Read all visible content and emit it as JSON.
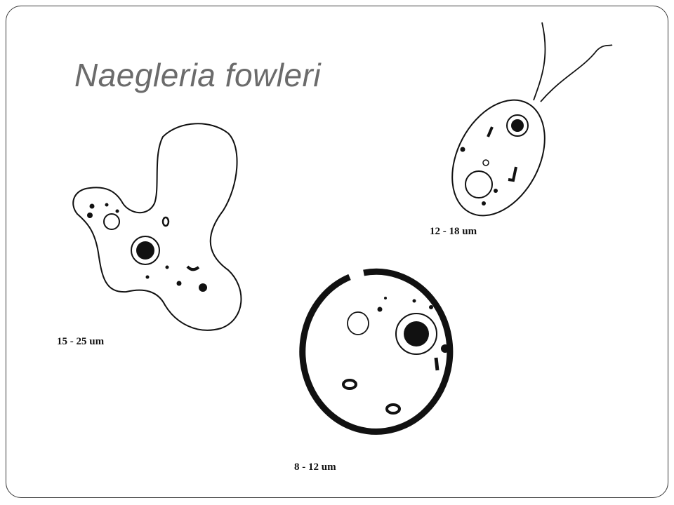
{
  "title": "Naegleria fowleri",
  "stages": [
    {
      "id": "trophozoite",
      "size_label": "15 - 25 um"
    },
    {
      "id": "flagellate",
      "size_label": "12 - 18 um"
    },
    {
      "id": "cyst",
      "size_label": "8 - 12 um"
    }
  ]
}
